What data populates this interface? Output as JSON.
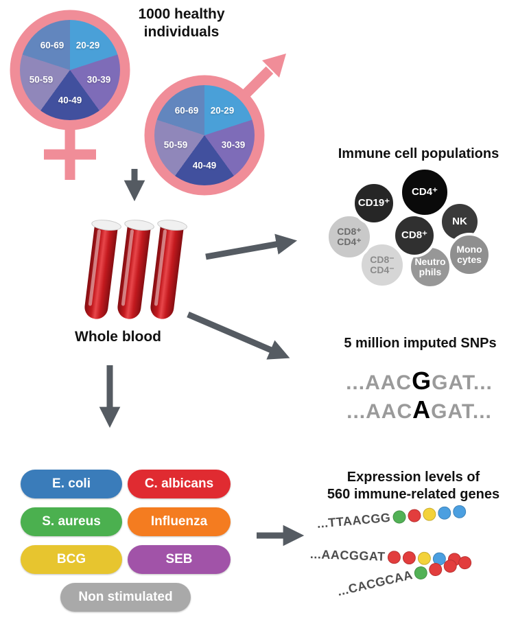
{
  "header": {
    "title": "1000 healthy\nindividuals"
  },
  "demographics": {
    "age_groups": [
      "20-29",
      "30-39",
      "40-49",
      "50-59",
      "60-69"
    ],
    "pie_colors": {
      "20-29": "#4aa0d8",
      "30-39": "#7e6cb8",
      "40-49": "#41509e",
      "50-59": "#9087ba",
      "60-69": "#6286be"
    },
    "symbol_color": "#f08d98"
  },
  "blood": {
    "label": "Whole blood",
    "tube_color": "#c41a1f"
  },
  "immune_cells": {
    "title": "Immune cell populations",
    "cells": [
      {
        "label": "CD19⁺",
        "bg": "#262626",
        "fg": "#ffffff"
      },
      {
        "label": "CD4⁺",
        "bg": "#0a0a0a",
        "fg": "#ffffff"
      },
      {
        "label": "NK",
        "bg": "#3a3a3a",
        "fg": "#ffffff"
      },
      {
        "label": "CD8⁺",
        "bg": "#303030",
        "fg": "#ffffff"
      },
      {
        "label": "CD8⁺\nCD4⁺",
        "bg": "#c9c9c9",
        "fg": "#6b6b6b"
      },
      {
        "label": "Mono\ncytes",
        "bg": "#8f8f8f",
        "fg": "#ffffff"
      },
      {
        "label": "CD8⁻\nCD4⁻",
        "bg": "#d6d6d6",
        "fg": "#8a8a8a"
      },
      {
        "label": "Neutro\nphils",
        "bg": "#979797",
        "fg": "#ffffff"
      }
    ]
  },
  "snps": {
    "title": "5 million imputed SNPs",
    "sequences": [
      {
        "pre": "...AAC",
        "variant": "G",
        "post": "GAT..."
      },
      {
        "pre": "...AAC",
        "variant": "A",
        "post": "GAT..."
      }
    ]
  },
  "stimuli": {
    "items": [
      {
        "label": "E. coli",
        "color": "#3a7cba"
      },
      {
        "label": "C. albicans",
        "color": "#e02b31"
      },
      {
        "label": "S. aureus",
        "color": "#4bb04f"
      },
      {
        "label": "Influenza",
        "color": "#f47c20"
      },
      {
        "label": "BCG",
        "color": "#e7c52f"
      },
      {
        "label": "SEB",
        "color": "#a153a8"
      },
      {
        "label": "Non stimulated",
        "color": "#a9a9a9"
      }
    ]
  },
  "expression": {
    "title": "Expression levels of\n560 immune-related genes",
    "bead_palette": {
      "green": "#52b156",
      "red": "#e23d3d",
      "yellow": "#f3d23a",
      "blue": "#4b9fe0"
    },
    "sequences": [
      {
        "text": "...TTAACGG",
        "beads": [
          "#52b156",
          "#e23d3d",
          "#f3d23a",
          "#4b9fe0",
          "#4b9fe0"
        ]
      },
      {
        "text": "...AACGGAT",
        "beads": [
          "#e23d3d",
          "#e23d3d",
          "#f3d23a",
          "#4b9fe0",
          "#e23d3d"
        ]
      },
      {
        "text": "...CACGCAA",
        "beads": [
          "#52b156",
          "#e23d3d",
          "#e23d3d",
          "#e23d3d"
        ]
      }
    ]
  }
}
